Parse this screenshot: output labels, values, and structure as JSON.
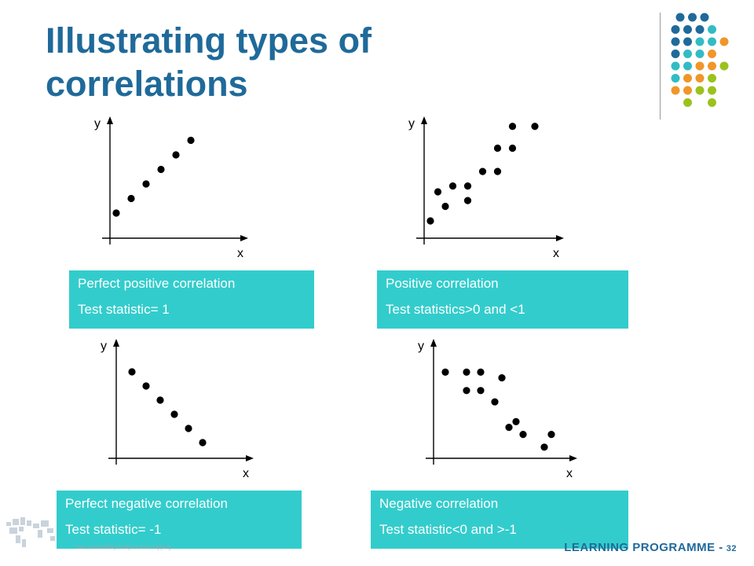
{
  "title": "Illustrating types of correlations",
  "footer": {
    "label": "LEARNING PROGRAMME -",
    "page": "32",
    "logo_text": "vam vulnerability analysis and mapping"
  },
  "colors": {
    "title": "#1f6a9a",
    "caption_bg": "#33cccc",
    "caption_text": "#ffffff",
    "dot_blue": "#1f6a9a",
    "dot_teal": "#33bbc4",
    "dot_orange": "#f0962a",
    "dot_green": "#9bc21c"
  },
  "chart_data": [
    {
      "type": "scatter",
      "xlabel": "x",
      "ylabel": "y",
      "caption": [
        "Perfect positive correlation",
        "Test statistic= 1"
      ],
      "points": [
        [
          1,
          1
        ],
        [
          2,
          2
        ],
        [
          3,
          3
        ],
        [
          4,
          4
        ],
        [
          5,
          5
        ],
        [
          6,
          6
        ]
      ]
    },
    {
      "type": "scatter",
      "xlabel": "x",
      "ylabel": "y",
      "caption": [
        "Positive correlation",
        "Test statistics>0 and <1"
      ],
      "points": [
        [
          1,
          1
        ],
        [
          1.5,
          3
        ],
        [
          2,
          2
        ],
        [
          2.5,
          3.4
        ],
        [
          3.5,
          3.4
        ],
        [
          3.5,
          2.4
        ],
        [
          4.5,
          4.4
        ],
        [
          5.5,
          4.4
        ],
        [
          5.5,
          6
        ],
        [
          6.5,
          6
        ],
        [
          6.5,
          7.5
        ],
        [
          8,
          7.5
        ]
      ]
    },
    {
      "type": "scatter",
      "xlabel": "x",
      "ylabel": "y",
      "caption": [
        "Perfect negative correlation",
        "Test statistic= -1"
      ],
      "points": [
        [
          1,
          6
        ],
        [
          2,
          5
        ],
        [
          3,
          4
        ],
        [
          4,
          3
        ],
        [
          5,
          2
        ],
        [
          6,
          1
        ]
      ]
    },
    {
      "type": "scatter",
      "xlabel": "x",
      "ylabel": "y",
      "caption": [
        "Negative correlation",
        "Test statistic<0 and >-1"
      ],
      "points": [
        [
          1,
          7.7
        ],
        [
          2.5,
          7.7
        ],
        [
          3.5,
          7.7
        ],
        [
          5,
          7.3
        ],
        [
          2.5,
          6.4
        ],
        [
          3.5,
          6.4
        ],
        [
          4.5,
          5.6
        ],
        [
          5.5,
          3.8
        ],
        [
          6,
          4.2
        ],
        [
          6.5,
          3.3
        ],
        [
          8,
          2.4
        ],
        [
          8.5,
          3.3
        ]
      ]
    }
  ]
}
